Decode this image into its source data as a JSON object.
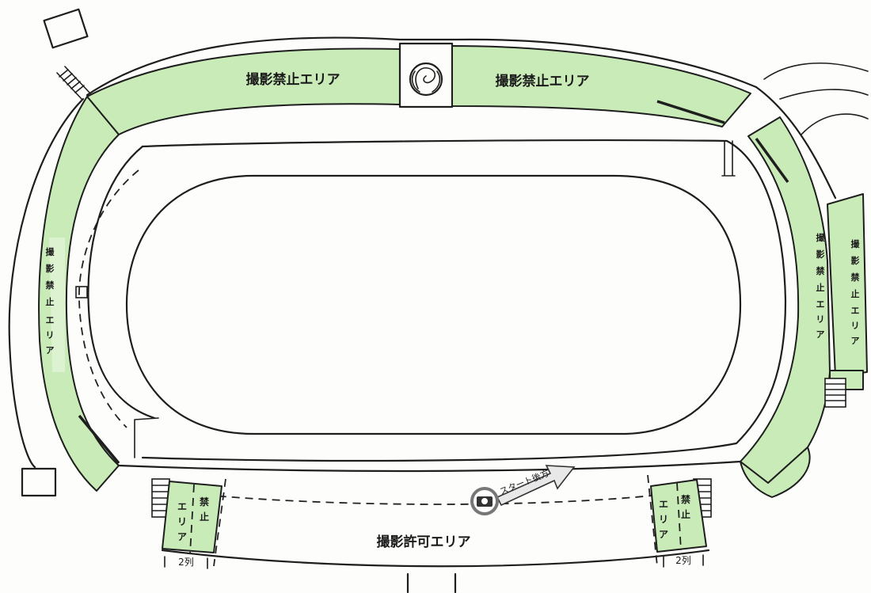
{
  "zones": {
    "top_left": "撮影禁止エリア",
    "top_right": "撮影禁止エリア",
    "left_side": [
      "撮",
      "影",
      "禁",
      "止",
      "エ",
      "リ",
      "ア"
    ],
    "right_inner": [
      "撮",
      "影",
      "禁",
      "止",
      "エ",
      "リ",
      "ア"
    ],
    "right_outer": [
      "撮",
      "影",
      "禁",
      "止",
      "エ",
      "リ",
      "ア"
    ],
    "bottom_main": "撮影許可エリア",
    "bottom_left_small": {
      "col1": [
        "エ",
        "リ",
        "ア"
      ],
      "col2": [
        "禁",
        "止"
      ]
    },
    "bottom_right_small": {
      "col1": [
        "エ",
        "リ",
        "ア"
      ],
      "col2": [
        "禁",
        "止"
      ]
    }
  },
  "start_arrow_label": "スタート後方",
  "row_note_left": "2列",
  "row_note_right": "2列",
  "colors": {
    "green_zone": "#c9ebb8",
    "ink": "#1e1e1e"
  },
  "icons": {
    "emblem": "racecourse-emblem-icon",
    "camera": "camera-icon",
    "arrow": "right-arrow-icon"
  }
}
